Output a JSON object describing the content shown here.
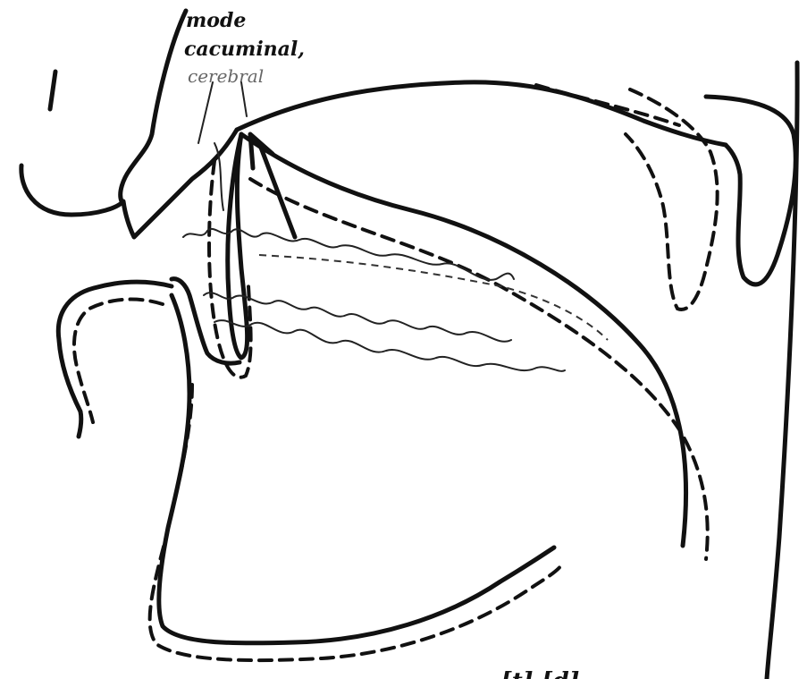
{
  "labels": {
    "line1": "mode",
    "line2": "cacuminal,",
    "line3": "cerebral"
  },
  "caption_partial": "[ʈ] [ɖ]"
}
